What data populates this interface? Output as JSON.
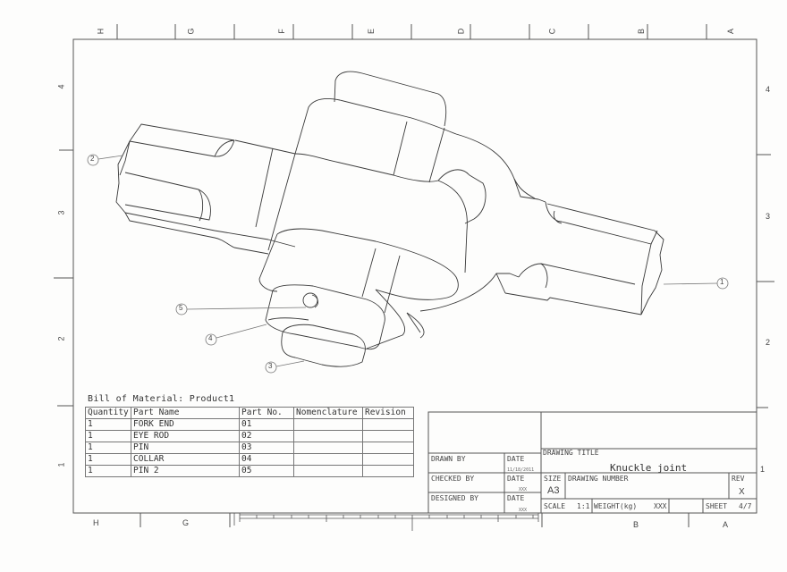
{
  "sheet": {
    "paper_color": "#fdfdfc",
    "line_color": "#333333",
    "zones_top": [
      "H",
      "G",
      "F",
      "E",
      "D",
      "C",
      "B",
      "A"
    ],
    "zones_bottom": [
      "H",
      "G",
      "B",
      "A"
    ],
    "rows_left": [
      "4",
      "3",
      "2",
      "1"
    ],
    "rows_right": [
      "4",
      "3",
      "2",
      "1"
    ]
  },
  "drawing": {
    "subject": "Knuckle joint isometric assembly",
    "balloons": [
      {
        "id": "1",
        "label": "1"
      },
      {
        "id": "2",
        "label": "2"
      },
      {
        "id": "3",
        "label": "3"
      },
      {
        "id": "4",
        "label": "4"
      },
      {
        "id": "5",
        "label": "5"
      }
    ]
  },
  "bom": {
    "title": "Bill of Material: Product1",
    "headers": [
      "Quantity",
      "Part Name",
      "Part No.",
      "Nomenclature",
      "Revision"
    ],
    "rows": [
      {
        "qty": "1",
        "name": "FORK END",
        "part_no": "01",
        "nomenclature": "",
        "revision": ""
      },
      {
        "qty": "1",
        "name": "EYE ROD",
        "part_no": "02",
        "nomenclature": "",
        "revision": ""
      },
      {
        "qty": "1",
        "name": "PIN",
        "part_no": "03",
        "nomenclature": "",
        "revision": ""
      },
      {
        "qty": "1",
        "name": "COLLAR",
        "part_no": "04",
        "nomenclature": "",
        "revision": ""
      },
      {
        "qty": "1",
        "name": "PIN 2",
        "part_no": "05",
        "nomenclature": "",
        "revision": ""
      }
    ]
  },
  "title_block": {
    "drawn_by_label": "DRAWN BY",
    "drawn_by_value": "",
    "drawn_date_label": "DATE",
    "drawn_date_value": "11/18/2011",
    "checked_by_label": "CHECKED BY",
    "checked_by_value": "",
    "checked_date_label": "DATE",
    "checked_date_value": "XXX",
    "designed_by_label": "DESIGNED BY",
    "designed_by_value": "",
    "designed_date_label": "DATE",
    "designed_date_value": "XXX",
    "drawing_title_label": "DRAWING TITLE",
    "drawing_title_value": "Knuckle joint",
    "size_label": "SIZE",
    "size_value": "A3",
    "drawing_number_label": "DRAWING NUMBER",
    "drawing_number_value": "",
    "rev_label": "REV",
    "rev_value": "X",
    "scale_label": "SCALE",
    "scale_value": "1:1",
    "weight_label": "WEIGHT(kg)",
    "weight_value": "XXX",
    "sheet_label": "SHEET",
    "sheet_value": "4/7"
  }
}
